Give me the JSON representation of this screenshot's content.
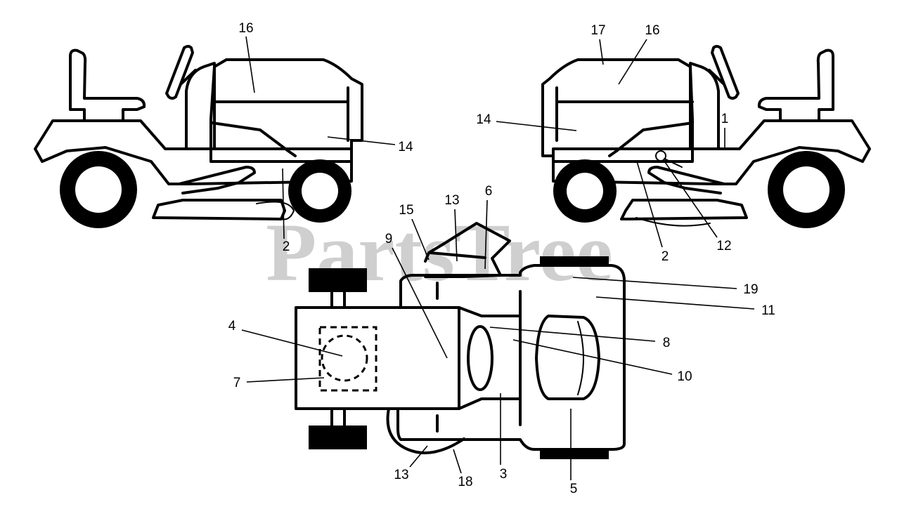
{
  "watermark": "PartsTree",
  "callouts": {
    "left_16": "16",
    "left_14": "14",
    "left_2": "2",
    "right_17": "17",
    "right_16": "16",
    "right_14": "14",
    "right_1": "1",
    "right_2": "2",
    "right_12": "12",
    "top_15": "15",
    "top_13_upper": "13",
    "top_6": "6",
    "top_9": "9",
    "top_4": "4",
    "top_7": "7",
    "top_19": "19",
    "top_11": "11",
    "top_8": "8",
    "top_10": "10",
    "top_13_lower": "13",
    "top_18": "18",
    "top_3": "3",
    "top_5": "5"
  }
}
